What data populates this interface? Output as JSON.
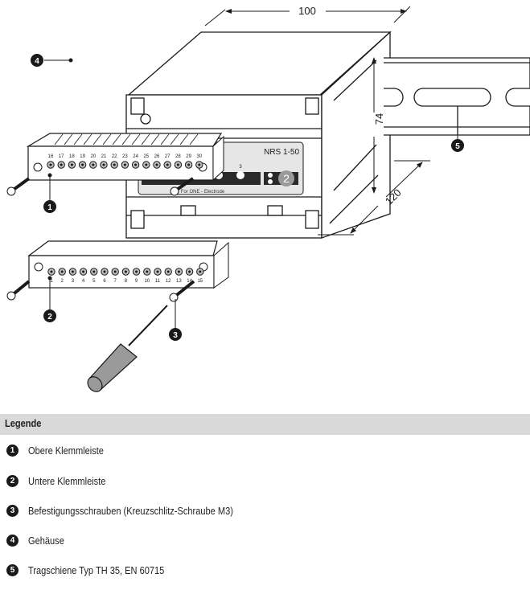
{
  "figure": {
    "dimensions": {
      "width": "100",
      "height": "74",
      "depth": "120"
    },
    "device_label": "NRS 1-50",
    "device_sublabel": "For ONE - Electrode",
    "device_digit": "2",
    "device_terminal_label": "3",
    "upper_terminals": [
      "16",
      "17",
      "18",
      "19",
      "20",
      "21",
      "22",
      "23",
      "24",
      "25",
      "26",
      "27",
      "28",
      "29",
      "30"
    ],
    "lower_terminals": [
      "1",
      "2",
      "3",
      "4",
      "5",
      "6",
      "7",
      "8",
      "9",
      "10",
      "11",
      "12",
      "13",
      "14",
      "15"
    ],
    "callouts": [
      "1",
      "2",
      "3",
      "4",
      "5"
    ]
  },
  "legend": {
    "title": "Legende",
    "items": [
      {
        "number": "1",
        "label": "Obere Klemmleiste"
      },
      {
        "number": "2",
        "label": "Untere Klemmleiste"
      },
      {
        "number": "3",
        "label": "Befestigungsschrauben (Kreuzschlitz-Schraube M3)"
      },
      {
        "number": "4",
        "label": "Gehäuse"
      },
      {
        "number": "5",
        "label": "Tragschiene Typ TH 35, EN 60715"
      }
    ]
  },
  "colors": {
    "line": "#1a1a1a",
    "panel": "#e6e6e6",
    "header": "#d9d9d9",
    "handle": "#9a9a9a"
  }
}
